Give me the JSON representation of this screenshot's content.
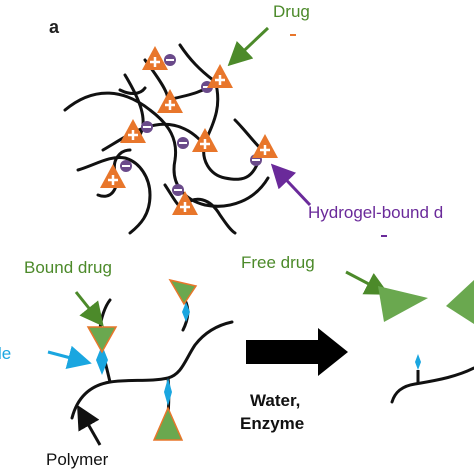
{
  "panel_label": "a",
  "labels": {
    "drug": "Drug",
    "hydrogel_bound": "Hydrogel-bound d",
    "bound_drug": "Bound drug",
    "free_drug": "Free drug",
    "linker_partial": "le",
    "water": "Water,",
    "enzyme": "Enzyme",
    "polymer": "Polymer"
  },
  "colors": {
    "drug_orange": "#e8762b",
    "drug_green": "#6aa84f",
    "linker_blue": "#1aa6e0",
    "arrow_green": "#4c8a2a",
    "arrow_purple": "#6a2a9a",
    "polymer_black": "#111111"
  },
  "icons": {
    "positive_drug": "orange-triangle-plus-icon",
    "negative_site": "purple-circle-minus-icon",
    "free_drug": "green-triangle-icon",
    "process_arrow": "right-arrow-icon"
  }
}
